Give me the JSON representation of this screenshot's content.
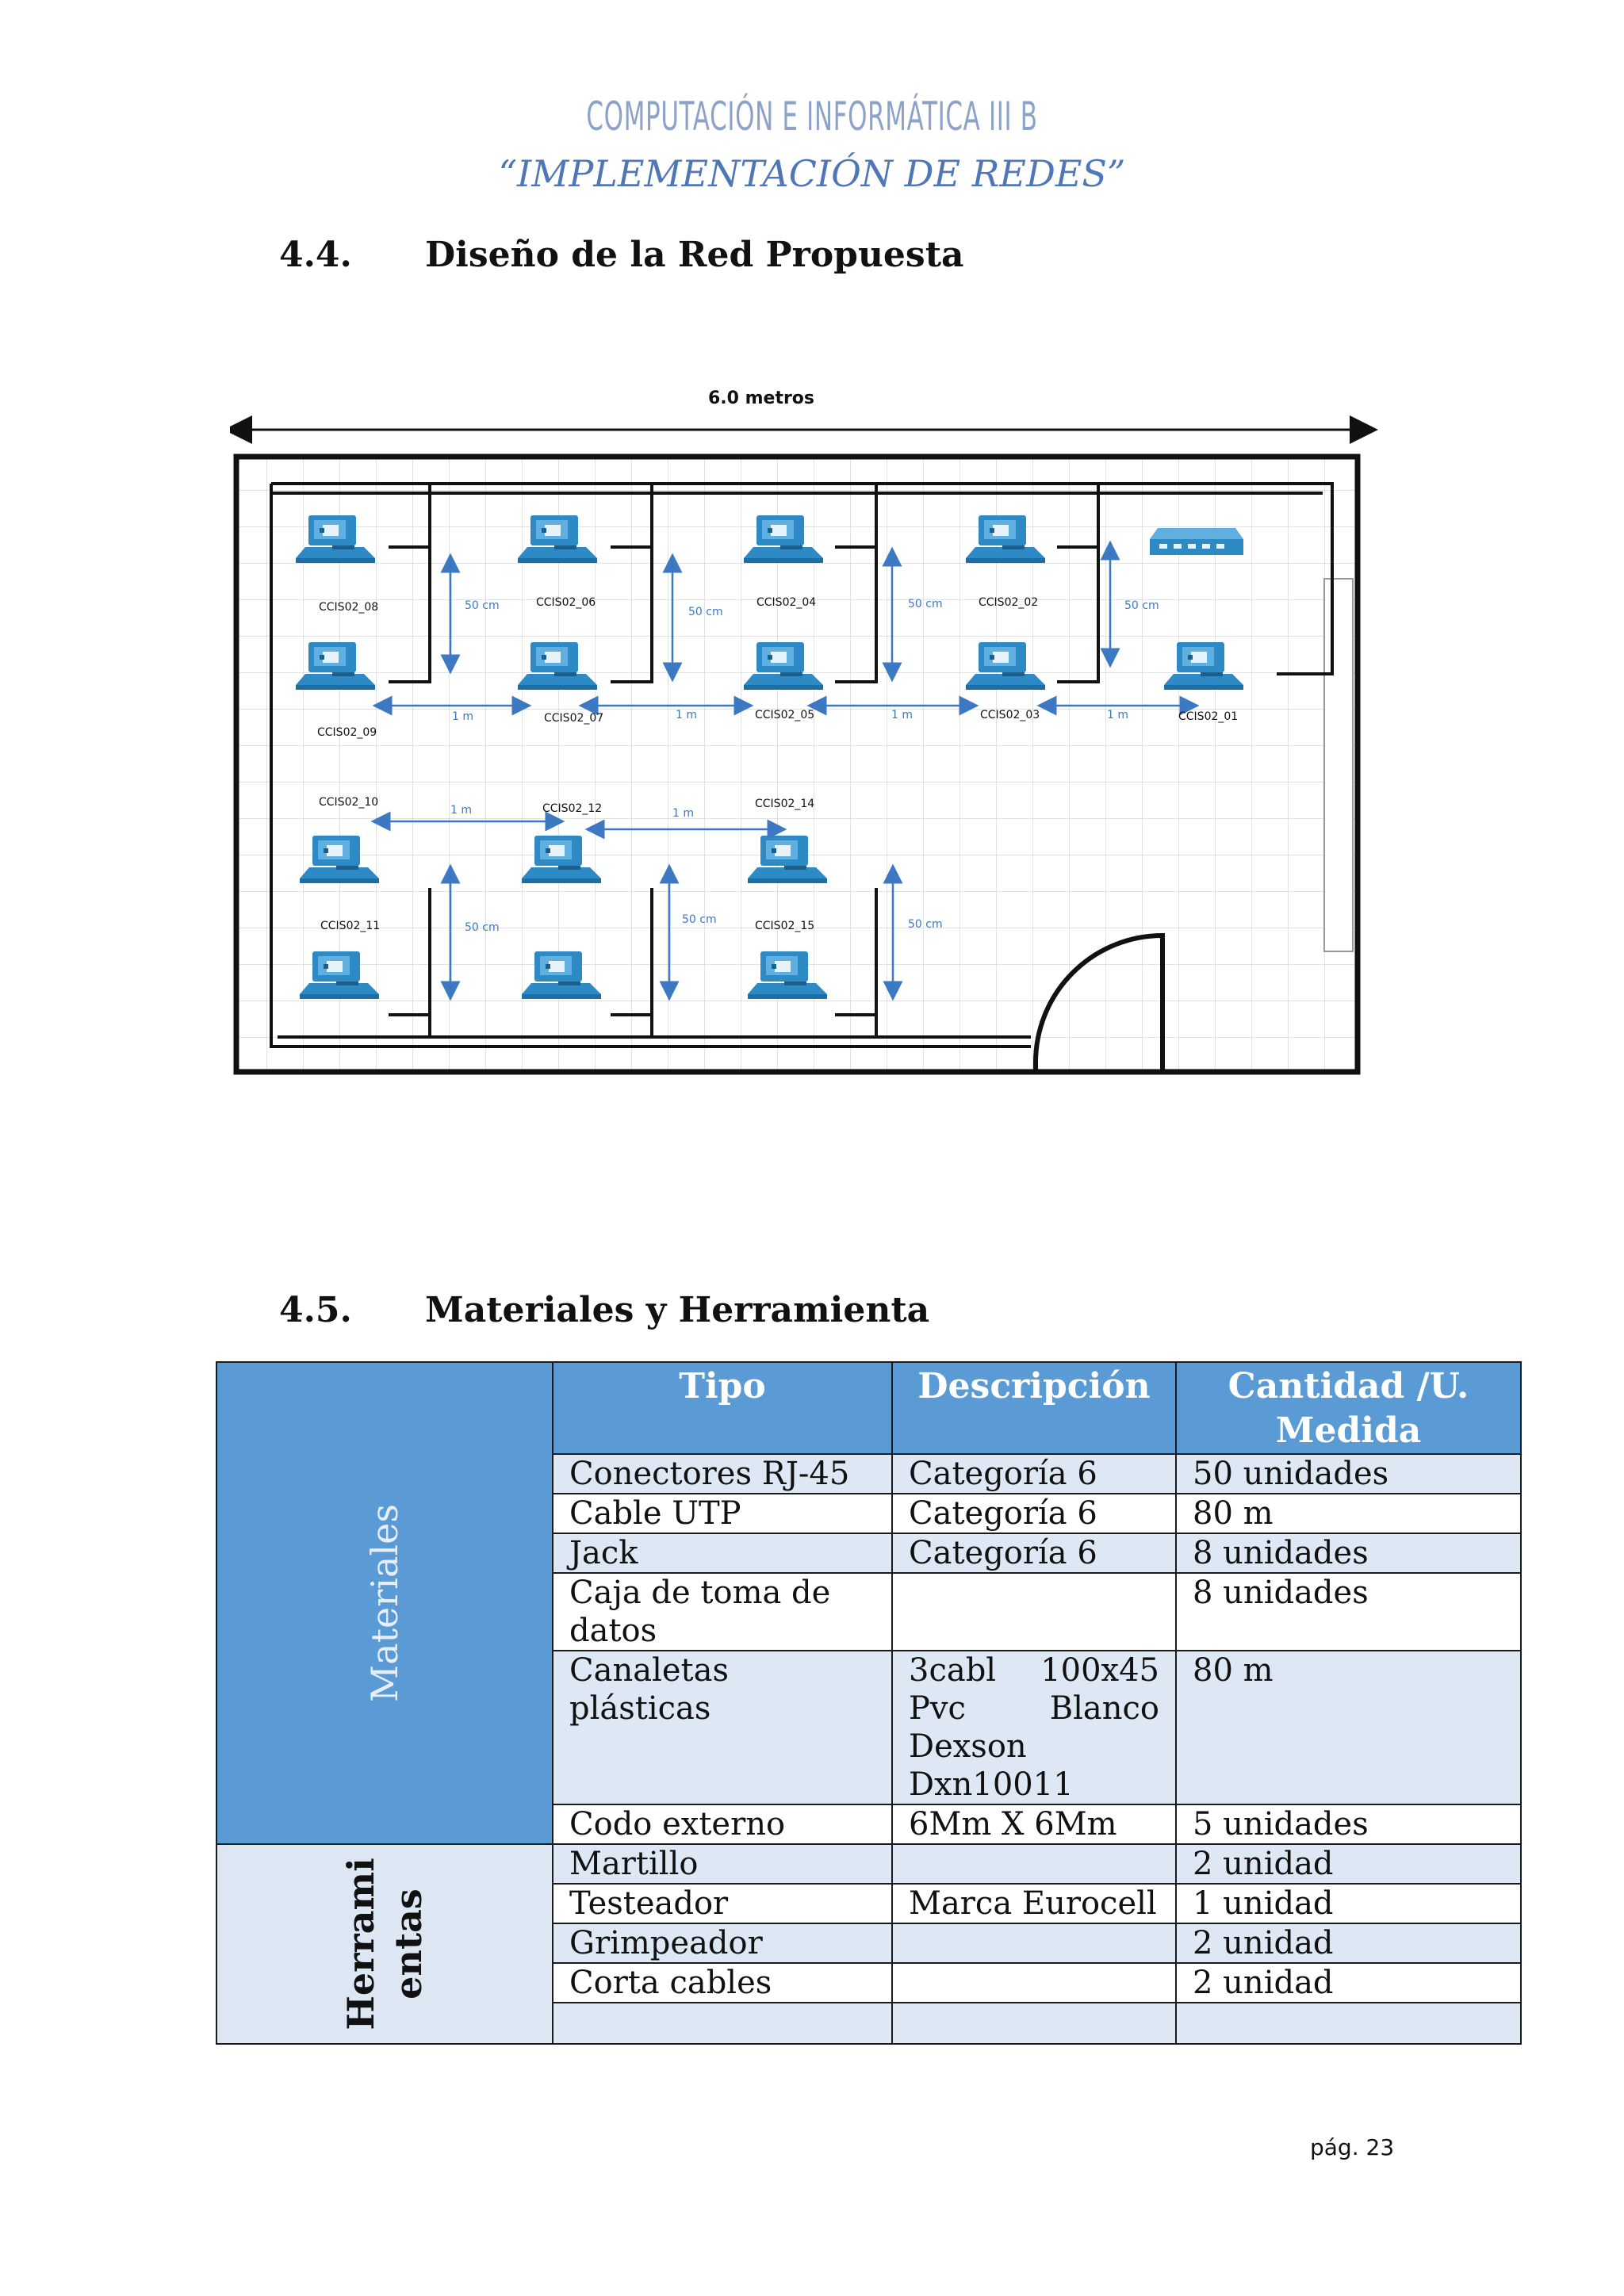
{
  "header": {
    "course": "COMPUTACIÓN E INFORMÁTICA III B",
    "subtitle": "“IMPLEMENTACIÓN DE REDES”"
  },
  "section_44": {
    "number": "4.4.",
    "title": "Diseño de la Red Propuesta"
  },
  "diagram": {
    "width_label": "6.0 metros",
    "pc_labels": [
      "CCIS02_08",
      "CCIS02_06",
      "CCIS02_04",
      "CCIS02_02",
      "CCIS02_09",
      "CCIS02_07",
      "CCIS02_05",
      "CCIS02_03",
      "CCIS02_01",
      "CCIS02_10",
      "CCIS02_12",
      "CCIS02_14",
      "CCIS02_11",
      "CCIS02_15"
    ],
    "dim_50": "50 cm",
    "dim_1m": "1 m",
    "icon_color": "#2d8ac4",
    "dim_color": "#3d79c2"
  },
  "section_45": {
    "number": "4.5.",
    "title": "Materiales y Herramienta"
  },
  "table": {
    "headers": [
      "Tipo",
      "Descripción",
      "Cantidad /U. Medida"
    ],
    "group_materiales": "Materiales",
    "group_herramientas_1": "Herrami",
    "group_herramientas_2": "entas",
    "rows": [
      {
        "tipo": "Conectores RJ-45",
        "desc": "Categoría 6",
        "cant": "50 unidades"
      },
      {
        "tipo": "Cable UTP",
        "desc": "Categoría 6",
        "cant": "80 m"
      },
      {
        "tipo": "Jack",
        "desc": "Categoría 6",
        "cant": "8 unidades"
      },
      {
        "tipo": "Caja de toma de datos",
        "desc": "",
        "cant": "8 unidades"
      },
      {
        "tipo": "Canaletas plásticas",
        "desc": "3cabl 100x45 Pvc Blanco Dexson Dxn10011",
        "cant": "80 m"
      },
      {
        "tipo": "Codo externo",
        "desc": "6Mm X 6Mm",
        "cant": "5 unidades"
      },
      {
        "tipo": "Martillo",
        "desc": "",
        "cant": "2 unidad"
      },
      {
        "tipo": "Testeador",
        "desc": "Marca Eurocell",
        "cant": "1 unidad"
      },
      {
        "tipo": "Grimpeador",
        "desc": "",
        "cant": "2 unidad"
      },
      {
        "tipo": "Corta cables",
        "desc": "",
        "cant": "2 unidad"
      },
      {
        "tipo": "",
        "desc": "",
        "cant": ""
      }
    ],
    "header_color": "#5b9bd5",
    "band_color": "#dde8f4"
  },
  "footer": {
    "page": "pág. 23"
  }
}
